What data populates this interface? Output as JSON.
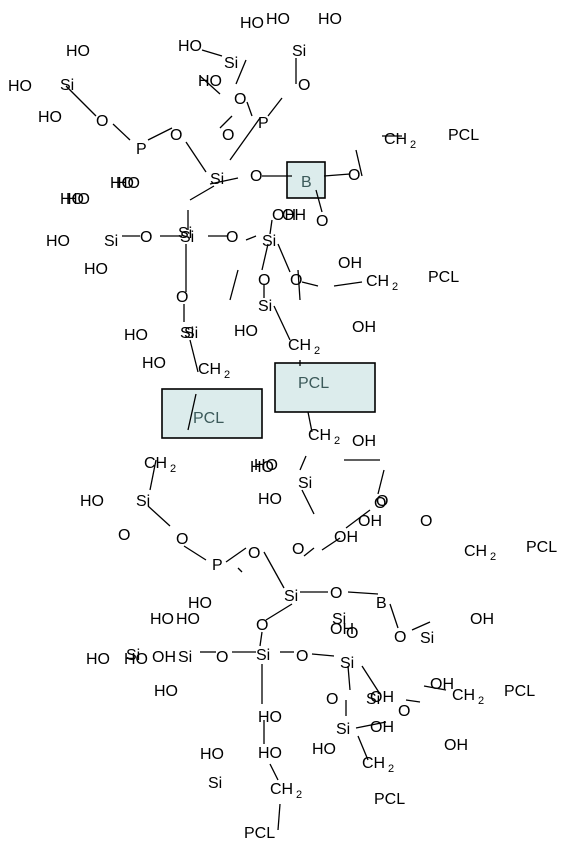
{
  "boxes": [
    {
      "id": "box-boron-top",
      "label": "B"
    },
    {
      "id": "box-pcl-right",
      "label": "PCL"
    },
    {
      "id": "box-pcl-left",
      "label": "PCL"
    }
  ],
  "atoms": [
    {
      "t": "HO"
    },
    {
      "t": "HO"
    },
    {
      "t": "HO"
    },
    {
      "t": "HO"
    },
    {
      "t": "HO"
    },
    {
      "t": "Si"
    },
    {
      "t": "HO"
    },
    {
      "t": "HO"
    },
    {
      "t": "HO"
    },
    {
      "t": "Si"
    },
    {
      "t": "Si"
    },
    {
      "t": "O"
    },
    {
      "t": "P"
    },
    {
      "t": "O"
    },
    {
      "t": "HO"
    },
    {
      "t": "O"
    },
    {
      "t": "O"
    },
    {
      "t": "P"
    },
    {
      "t": "HO"
    },
    {
      "t": "O"
    },
    {
      "t": "OH"
    },
    {
      "t": "Si"
    },
    {
      "t": "Si"
    },
    {
      "t": "O"
    },
    {
      "t": "O"
    },
    {
      "t": "HO"
    },
    {
      "t": "O"
    },
    {
      "t": "HO"
    },
    {
      "t": "HO"
    },
    {
      "t": "Si"
    },
    {
      "t": "O"
    },
    {
      "t": "Si"
    },
    {
      "t": "O"
    },
    {
      "t": "Si"
    },
    {
      "t": "HO"
    },
    {
      "t": "O"
    },
    {
      "t": "Si"
    },
    {
      "t": "OH"
    },
    {
      "t": "OH"
    },
    {
      "t": "O"
    },
    {
      "t": "O"
    },
    {
      "t": "Si"
    },
    {
      "t": "HO"
    },
    {
      "t": "OH"
    },
    {
      "t": "HO"
    },
    {
      "t": "Si"
    },
    {
      "t": "HO"
    },
    {
      "t": "HO"
    },
    {
      "t": "Si"
    },
    {
      "t": "OH"
    },
    {
      "t": "HO"
    },
    {
      "t": "O"
    },
    {
      "t": "OH"
    },
    {
      "t": "HO"
    },
    {
      "t": "Si"
    },
    {
      "t": "HO"
    },
    {
      "t": "O"
    },
    {
      "t": "O"
    },
    {
      "t": "P"
    },
    {
      "t": "O"
    },
    {
      "t": "HO"
    },
    {
      "t": "O"
    },
    {
      "t": "OH"
    },
    {
      "t": "O"
    },
    {
      "t": "Si"
    },
    {
      "t": "OH"
    },
    {
      "t": "O"
    },
    {
      "t": "B"
    },
    {
      "t": "O"
    },
    {
      "t": "Si"
    },
    {
      "t": "OH"
    },
    {
      "t": "HO"
    },
    {
      "t": "HO"
    },
    {
      "t": "HO"
    },
    {
      "t": "Si"
    },
    {
      "t": "O"
    },
    {
      "t": "Si"
    },
    {
      "t": "O"
    },
    {
      "t": "Si"
    },
    {
      "t": "OH"
    },
    {
      "t": "O"
    },
    {
      "t": "O"
    },
    {
      "t": "Si"
    },
    {
      "t": "O"
    },
    {
      "t": "Si"
    },
    {
      "t": "HO"
    },
    {
      "t": "HO"
    },
    {
      "t": "Si"
    },
    {
      "t": "HO"
    },
    {
      "t": "OH"
    },
    {
      "t": "OH"
    },
    {
      "t": "OH"
    },
    {
      "t": "O"
    },
    {
      "t": "HO"
    },
    {
      "t": "HO"
    },
    {
      "t": "HO"
    },
    {
      "t": "Si"
    },
    {
      "t": "OH"
    },
    {
      "t": "Si"
    },
    {
      "t": "O"
    }
  ],
  "groups": [
    {
      "t": "CH"
    },
    {
      "t": "2"
    },
    {
      "t": "PCL"
    },
    {
      "t": "CH"
    },
    {
      "t": "2"
    },
    {
      "t": "PCL"
    },
    {
      "t": "CH"
    },
    {
      "t": "2"
    },
    {
      "t": "CH"
    },
    {
      "t": "2"
    },
    {
      "t": "CH"
    },
    {
      "t": "2"
    },
    {
      "t": "CH"
    },
    {
      "t": "2"
    },
    {
      "t": "CH"
    },
    {
      "t": "2"
    },
    {
      "t": "PCL"
    },
    {
      "t": "CH"
    },
    {
      "t": "2"
    },
    {
      "t": "PCL"
    },
    {
      "t": "CH"
    },
    {
      "t": "2"
    },
    {
      "t": "PCL"
    },
    {
      "t": "CH"
    },
    {
      "t": "2"
    },
    {
      "t": "PCL"
    }
  ]
}
